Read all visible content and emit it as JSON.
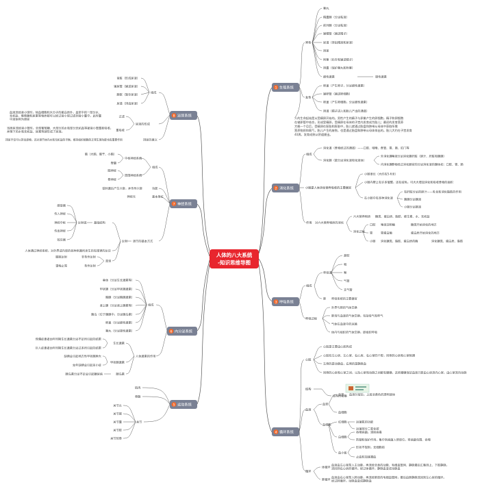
{
  "center": {
    "line1": "人体的八大系统",
    "line2": "-知识思维导图"
  },
  "colors": {
    "center": "#e8262e",
    "branch": "#7a8194",
    "badge": "#f26b2e",
    "text": "#444444"
  },
  "branches": {
    "reproductive": {
      "num": "1",
      "label": "生殖系统"
    },
    "digestive": {
      "num": "2",
      "label": "消化系统"
    },
    "respiratory": {
      "num": "3",
      "label": "呼吸系统"
    },
    "circulatory": {
      "num": "4",
      "label": "循环系统"
    },
    "motor": {
      "num": "5",
      "label": "运动系统"
    },
    "endocrine": {
      "num": "6",
      "label": "内分泌系统"
    },
    "nervous": {
      "num": "7",
      "label": "神经系统"
    },
    "urinary": {
      "num": "8",
      "label": "泌尿系统"
    }
  },
  "reproductive": {
    "male": "男性",
    "male_items": [
      "睾丸",
      "精囊腺（分泌粘液）",
      "前列腺（分泌粘液）",
      "输精管（输送精子）",
      "尿道（排出精液和尿液）",
      "阴茎",
      "附睾（贮存和输送精子）",
      "阴囊（保护睾丸和附睾）"
    ],
    "female": "女性",
    "female_items": [
      "卵巢（产生卵子，分泌雌性激素）",
      "输卵管（输送卵细胞）",
      "卵巢（产生卵细胞，分泌雌性激素）",
      "子宫（胚胎和胎儿发育的场所）",
      "阴道（精子进入和胎儿产出的通道）"
    ],
    "male_hormone": "雄性激素",
    "female_hormone": "雌性激素",
    "desc": [
      "人的生命起始是从受精卵开始的。男性产生的精子与卵巢产生的卵细胞，精子和卵细胞",
      "在输卵管中结合，形成受精卵。受精卵在母体的子宫内发育成为胎儿；最初的发育营养",
      "大概一个月后，受精卵在胚胎和胚胎中，胎儿就通过胎盘和脐带从母体中获取所需",
      "营养物质和氧气，胎儿产生的废物，也是通过胎盘和脐带从母体排出的。胎儿大约在子宫发育",
      "40周，发育成熟从阴道娩出。"
    ]
  },
  "digestive": {
    "composition": "组成",
    "tract": "消化道（食物经过的通道）——口腔、咽喉、食管、胃、肠、肛门等",
    "glands": "消化腺（能分泌消化液和化液体）",
    "gland_outer": "外消化腺",
    "gland_outer_desc": "唾液分泌消化腺肝脏（胆汁、肝脏和胰腺）",
    "gland_inner": "内消化腺",
    "gland_inner_desc": "食物经过消化器官的分泌消化液的腺体如：口腔、胃、肠",
    "small_intestine": "小肠是人体消化营养吸收的主要器官",
    "si_items": [
      "小肠很长（大约有5-6米）",
      "小肠内壁上有许多皱襞，还有绒毛，可大大增加消化和吸收食物的面积",
      "在小肠中有多种消化液"
    ],
    "si_sub": [
      "有肝脏分泌的胆汁——乳化和消化脂肪的作用",
      "胰腺分泌胰液",
      "小肠分泌肠液"
    ],
    "function": "作用",
    "function_desc": "对六大营养物质的消化",
    "nutrients": "六大营养物质",
    "nutrients_desc": "糖类、蛋白质、脂肪、维生素、水、无机盐",
    "digestion_process": "消化过程",
    "process": [
      {
        "organ": "口腔",
        "what": "唾液淀粉酶",
        "result": "糖类开始消化的地方"
      },
      {
        "organ": "胃",
        "what": "胃蛋白酶",
        "result": "蛋白质开始消化的地方"
      },
      {
        "organ": "小肠",
        "what": "消化糖类、脂肪、蛋白质的酶",
        "result": "消化糖类、蛋白质、脂肪"
      }
    ]
  },
  "respiratory": {
    "composition": "组成",
    "tract": "呼吸道",
    "tract_items": [
      "鼻腔",
      "咽",
      "喉",
      "气管",
      "支气管"
    ],
    "lung": "肺",
    "lung_desc": "呼吸系统的主要器官",
    "process": "呼吸过程",
    "process_items": [
      "外界与肺的气体交换",
      "肺泡与血液的气体交换，包括吸气和呼气",
      "气体在血液中的运输",
      "组织里的气体交换",
      "体内与组织的气体交换，即组织呼吸"
    ]
  },
  "circulatory": {
    "heart": "心脏",
    "heart_items": [
      "心脏是主要由心肌构成",
      "心脏有左心房、左心室、右心房、右心室四个腔，同侧的心房和心室相通",
      "左侧的是动脉血，右侧的是静脉血",
      "同侧的心房和心室之间，以及心室和动脉之间都有瓣膜，这些瓣膜保证血液只能由心房流向心室，由心室流向动脉"
    ],
    "structure": "结构",
    "structure_label": "结构的都集",
    "blood": "血液",
    "plasma": "血浆",
    "plasma_desc": "血液分层后，上层淡黄色的透明液体",
    "cells": "血细胞",
    "rbc": "红细胞",
    "rbc_items": [
      "运输氧的功能",
      "运输部分二氧化碳"
    ],
    "wbc": "白细胞",
    "wbc_items": [
      "吞噬病菌，清除病毒",
      "防御和保护作用，集中到病菌入侵部位，将病菌包围、吞噬"
    ],
    "platelet": "血小板",
    "platelet_items": [
      "形状不规则，无细胞核",
      "止血和加速凝血"
    ],
    "vessels": "血管",
    "circulation": "循环",
    "systemic": "体循环",
    "systemic_desc": [
      "血液由左心室泵入主动脉，再流经全身的动脉、毛细血管网、静脉最后汇集到上、下腔静脉，",
      "流回到右心房的循环。经过体循环，静脉血变成动脉血"
    ],
    "pulmonary": "肺循环",
    "pulmonary_desc": [
      "血液由右心室泵入肺动脉，再流经肺部的毛细血管网，最后由肺静脉流回到左心房的循环。",
      "经过肺循环，动脉血变成静脉血"
    ]
  },
  "urinary": {
    "composition": "组成",
    "composition_items": [
      "肾脏（形成尿液）",
      "输尿管（输送尿液）",
      "膀胱（暂存尿液）",
      "尿道（排出尿液）"
    ],
    "urine": "尿液的形成",
    "filtration": "过滤",
    "filtration_desc": [
      "血液流经肾小球时，除血细胞和大分子的蛋白质外，血浆中的一部分水、",
      "无机盐、葡萄糖和尿素等物质都可以经过肾小球过滤到肾小囊中，此时囊",
      "中液体称为原尿"
    ],
    "reabsorption": "重吸收",
    "reabsorption_desc": [
      "当原尿流经肾小管时，全部葡萄糖、大部分的水和部分无机盐等被肾小管重新吸收，",
      "并随下的水和无机盐、尿素等就形成了尿液。"
    ],
    "excretion": "排尿的意义",
    "excretion_desc": "排尿不仅可以排出废物，还对调节体内水和无机盐的平衡，维持组织细胞的正常生理功能也有重要作用"
  },
  "nervous": {
    "composition": "组成",
    "central": "中枢神经系统",
    "brain": "脑（大脑、脑干、小脑）",
    "spinal": "脊髓",
    "peripheral": "周围神经系统",
    "cranial": "脑神经",
    "spinal_nerve": "脊神经",
    "function": "功能",
    "function_desc": "受刺激后产生兴奋，并传导兴奋",
    "unit": "基本单位",
    "neuron": "神经元",
    "reflex_mode": "调节的基本方式",
    "reflex": "反射",
    "reflex_arc": "反射弧",
    "arc_struct": "基础结构",
    "arc_items": [
      "感受器",
      "传入神经",
      "神经中枢",
      "传出神经",
      "效应器"
    ],
    "reflex_def": "人体通过神经系统，对外界或内部的各种刺激所发生的有规律的反应",
    "types": "类型",
    "unconditioned": "膝跳反射",
    "unconditioned_type": "非条件反射",
    "conditioned": "望梅止渴",
    "conditioned_type": "条件反射"
  },
  "endocrine": {
    "composition": "组成",
    "items": [
      "垂体（分泌生长激素等）",
      "甲状腺（分泌甲状腺激素）",
      "胸腺（分泌胸腺激素）",
      "肾上腺（分泌肾上腺素等）",
      "胰岛（位于胰腺中，分泌胰岛素）",
      "卵巢（分泌雌性激素）",
      "睾丸（分泌雄性激素）"
    ],
    "diseases": "人体激素的作用",
    "growth": "生长激素",
    "growth_items": [
      "侏儒症患者幼年时期生长激素分泌不足所引起的结果",
      "巨人症患者幼年时期生长激素分泌过多所引起的结果"
    ],
    "thyroid": "甲状腺激素",
    "thyroid_items": [
      "缺碘会引起地方性甲状腺肿大",
      "幼年缺碘会引起呆小症"
    ],
    "insulin": "胰岛素",
    "insulin_item": "胰岛素分泌不足会引起糖尿病"
  },
  "motor": {
    "muscle": "肌肉",
    "bone": "骨骼",
    "joint": "关节",
    "joint_items": [
      "关节头",
      "关节窝",
      "关节囊",
      "关节腔",
      "关节软骨"
    ]
  }
}
